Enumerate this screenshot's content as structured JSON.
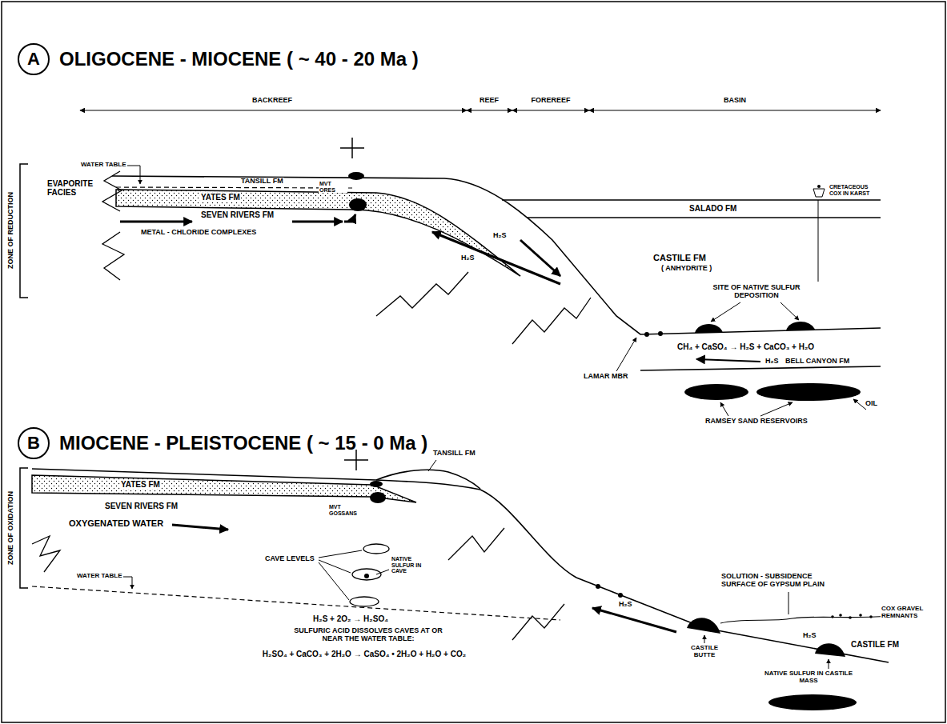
{
  "diagram": {
    "nodes": [
      {
        "text": [
          "A",
          "OLIGOCENE - MIOCENE ( ~ 40 - 20 Ma )"
        ]
      },
      {
        "text": [
          "B",
          "MIOCENE - PLEISTOCENE ( ~ 15 - 0 Ma )"
        ]
      }
    ],
    "labels": [
      "BACKREEF",
      "REEF",
      "FOREREEF",
      "BASIN",
      "ZONE OF REDUCTION",
      "WATER TABLE",
      "EVAPORITE FACIES",
      "TANSILL FM",
      "YATES FM",
      "MVT ORES",
      "SEVEN RIVERS FM",
      "METAL - CHLORIDE COMPLEXES",
      "H₂S",
      "H₂S",
      "SALADO FM",
      "CRETACEOUS COX IN KARST",
      "CASTILE FM",
      "( ANHYDRITE )",
      "SITE OF NATIVE SULFUR DEPOSITION",
      "CH₄ + CaSO₄ → H₂S + CaCO₃ + H₂O",
      "H₂S",
      "BELL CANYON FM",
      "LAMAR MBR",
      "RAMSEY SAND RESERVOIRS",
      "OIL",
      "ZONE OF OXIDATION",
      "YATES FM",
      "TANSILL FM",
      "SEVEN RIVERS FM",
      "MVT GOSSANS",
      "OXYGENATED WATER",
      "CAVE LEVELS",
      "NATIVE SULFUR IN CAVE",
      "WATER TABLE",
      "H₂S + 2O₂ → H₂SO₄",
      "SULFURIC ACID DISSOLVES CAVES AT OR NEAR THE WATER TABLE:",
      "H₂SO₄ + CaCO₃ + 2H₂O → CaSO₄ • 2H₂O + H₂O + CO₂",
      "H₂S",
      "SOLUTION - SUBSIDENCE SURFACE OF GYPSUM PLAIN",
      "COX GRAVEL REMNANTS",
      "CASTILE BUTTE",
      "H₂S",
      "CASTILE FM",
      "NATIVE SULFUR IN CASTILE MASS"
    ]
  }
}
